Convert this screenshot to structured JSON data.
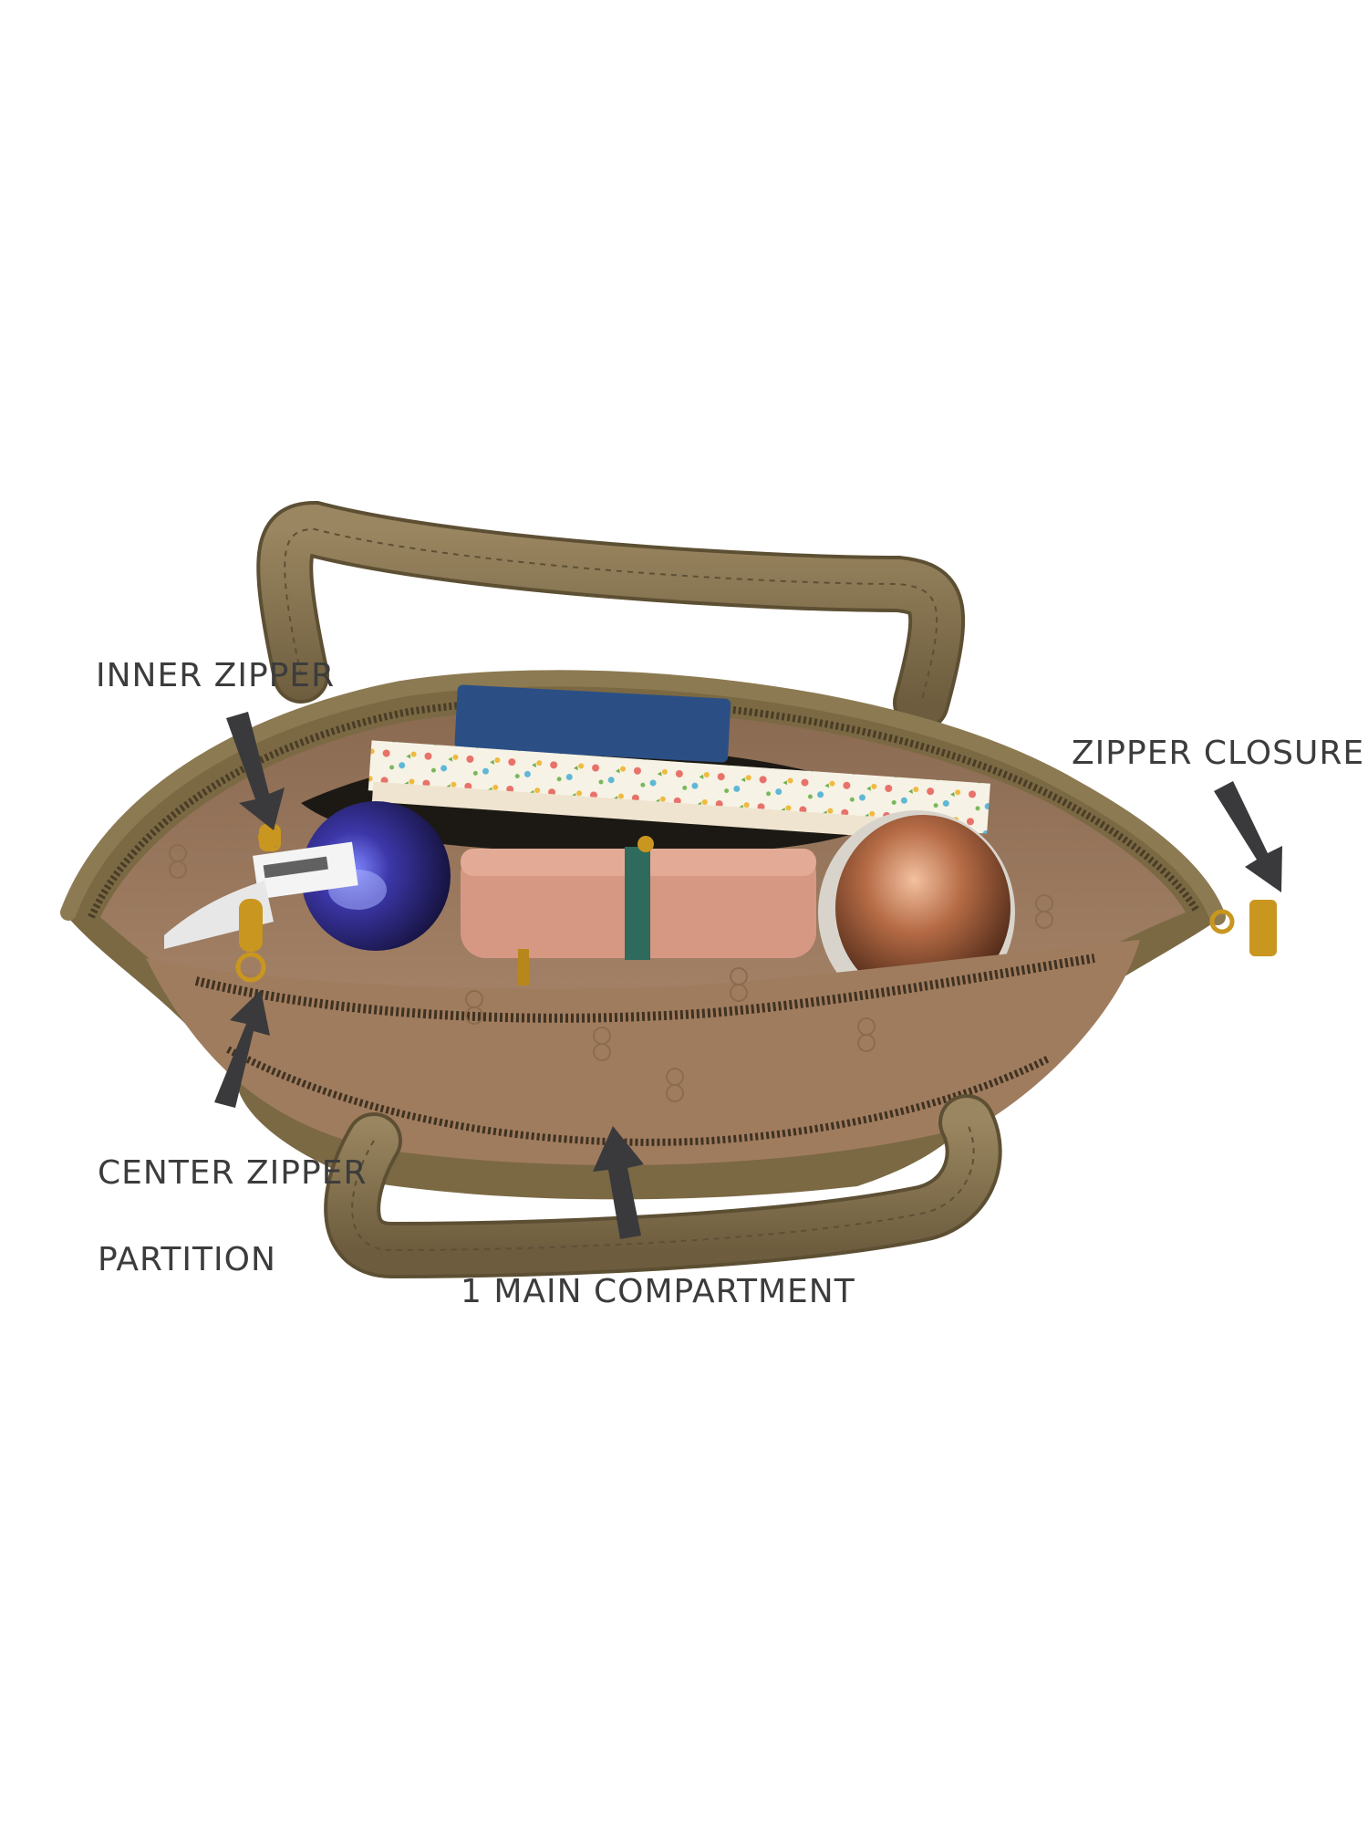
{
  "labels": {
    "inner_zipper": "INNER ZIPPER",
    "zipper_closure": "ZIPPER CLOSURE",
    "center_zipper": "CENTER ZIPPER",
    "partition": "PARTITION",
    "main_compartment": "1 MAIN COMPARTMENT"
  },
  "colors": {
    "background": "#ffffff",
    "label_text": "#3c3c3c",
    "arrow": "#3a3a3c",
    "bag_exterior": "#7e6b47",
    "bag_lining": "#a48063",
    "handle": "#827049",
    "zipper_gold": "#c9961f",
    "water_bottle": "#2a2560",
    "pink_pouch": "#d69883",
    "copper_tumbler": "#9c5e3c"
  }
}
